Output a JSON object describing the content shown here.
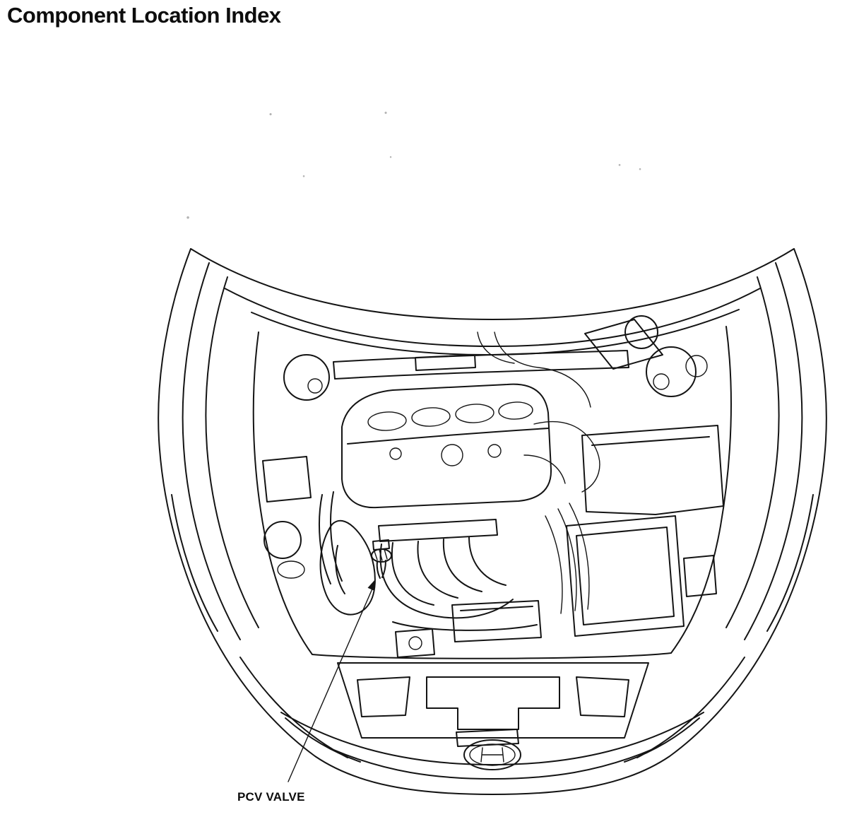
{
  "page": {
    "title": "Component Location Index",
    "background": "#ffffff",
    "ink": "#141414"
  },
  "diagram": {
    "subject": "engine-bay-front-view-line-drawing",
    "emblem": "honda-emblem",
    "callouts": [
      {
        "label": "PCV VALVE",
        "target": "pcv-valve-part"
      }
    ]
  }
}
